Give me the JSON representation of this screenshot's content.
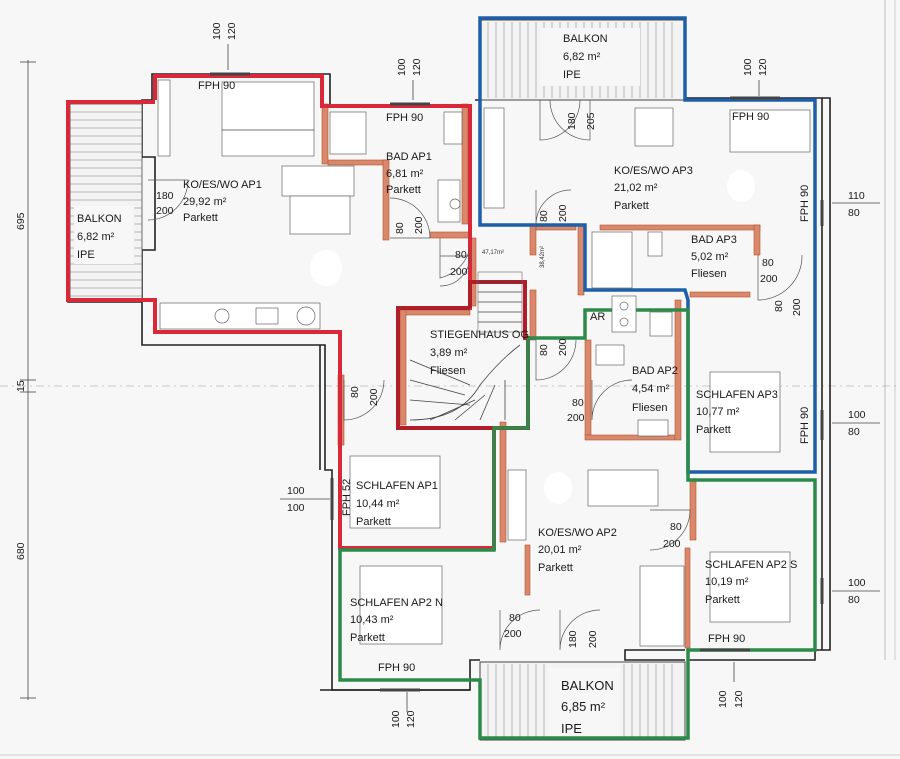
{
  "rooms": {
    "balkon_top": {
      "name": "BALKON",
      "area": "6,82 m²",
      "floor": "IPE"
    },
    "balkon_left": {
      "name": "BALKON",
      "area": "6,82 m²",
      "floor": "IPE"
    },
    "balkon_bottom": {
      "name": "BALKON",
      "area": "6,85 m²",
      "floor": "IPE"
    },
    "kitchen_ap1": {
      "name": "KO/ES/WO AP1",
      "area": "29,92 m²",
      "floor": "Parkett"
    },
    "bad_ap1": {
      "name": "BAD AP1",
      "area": "6,81 m²",
      "floor": "Parkett"
    },
    "kitchen_ap3": {
      "name": "KO/ES/WO AP3",
      "area": "21,02 m²",
      "floor": "Parkett"
    },
    "bad_ap3": {
      "name": "BAD AP3",
      "area": "5,02 m²",
      "floor": "Fliesen"
    },
    "stiegenhaus": {
      "name": "STIEGENHAUS OG",
      "area": "3,89 m²",
      "floor": "Fliesen"
    },
    "bad_ap2": {
      "name": "BAD AP2",
      "area": "4,54 m²",
      "floor": "Fliesen"
    },
    "schlafen_ap3": {
      "name": "SCHLAFEN AP3",
      "area": "10,77 m²",
      "floor": "Parkett"
    },
    "schlafen_ap1": {
      "name": "SCHLAFEN AP1",
      "area": "10,44 m²",
      "floor": "Parkett"
    },
    "kitchen_ap2": {
      "name": "KO/ES/WO AP2",
      "area": "20,01 m²",
      "floor": "Parkett"
    },
    "schlafen_ap2s": {
      "name": "SCHLAFEN AP2 S",
      "area": "10,19 m²",
      "floor": "Parkett"
    },
    "schlafen_ap2n": {
      "name": "SCHLAFEN AP2 N",
      "area": "10,43 m²",
      "floor": "Parkett"
    },
    "ar": {
      "name": "AR"
    }
  },
  "labels": {
    "fph90": "FPH 90",
    "fph52": "FPH 52",
    "small_area_1": "47,17m²",
    "small_area_2": "38,42m²"
  },
  "dimensions": {
    "d100": "100",
    "d120": "120",
    "d180": "180",
    "d200": "200",
    "d205": "205",
    "d80": "80",
    "d110": "110",
    "d695": "695",
    "d680": "680",
    "d15": "15"
  },
  "colors": {
    "unit_ap1": "#d8283a",
    "unit_ap3": "#1f5fa8",
    "unit_ap2": "#2c8a4a",
    "staircase": "#b01e2a",
    "brick": "#d9886c"
  }
}
